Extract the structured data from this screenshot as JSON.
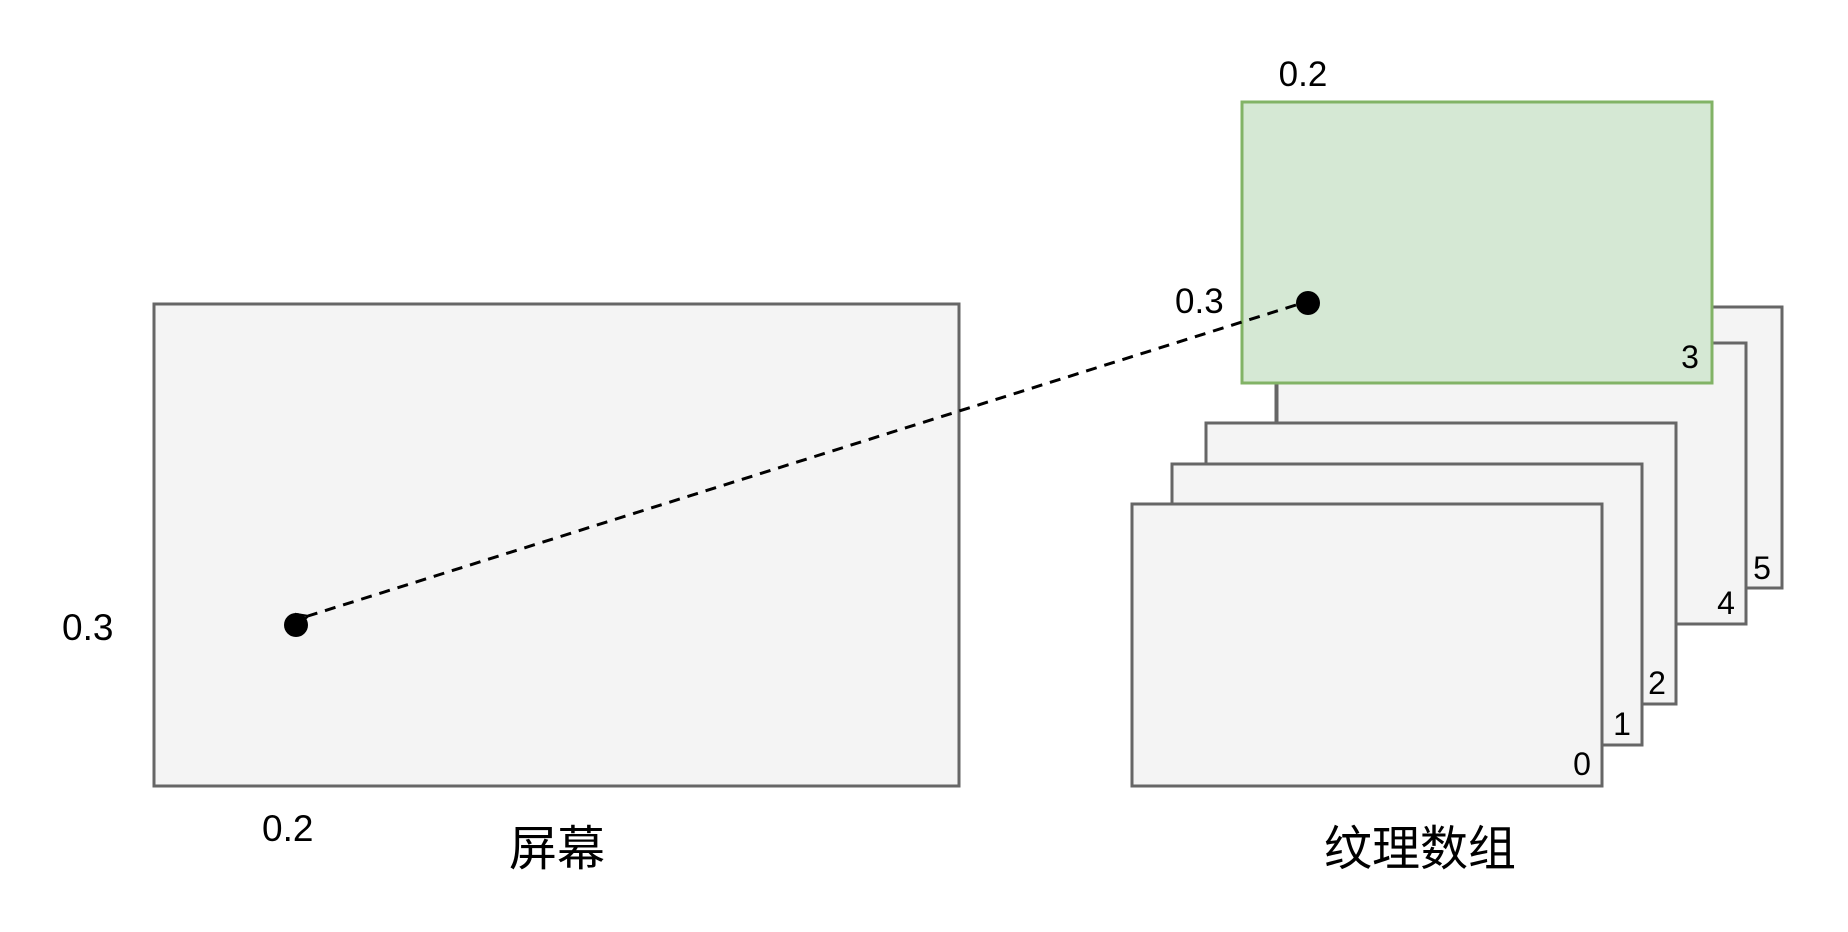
{
  "colors": {
    "frame_fill": "#f4f4f4",
    "frame_stroke": "#666666",
    "highlight_fill": "#d5e8d4",
    "highlight_stroke": "#82b366",
    "dot": "#000000",
    "arrow": "#000000"
  },
  "screen": {
    "label": "屏幕",
    "u_label": "0.2",
    "v_label": "0.3"
  },
  "texture_array": {
    "label": "纹理数组",
    "u_label": "0.2",
    "v_label": "0.3",
    "selected_layer": "3",
    "layers": [
      {
        "index": "0"
      },
      {
        "index": "1"
      },
      {
        "index": "2"
      },
      {
        "index": "3"
      },
      {
        "index": "4"
      },
      {
        "index": "5"
      }
    ]
  }
}
